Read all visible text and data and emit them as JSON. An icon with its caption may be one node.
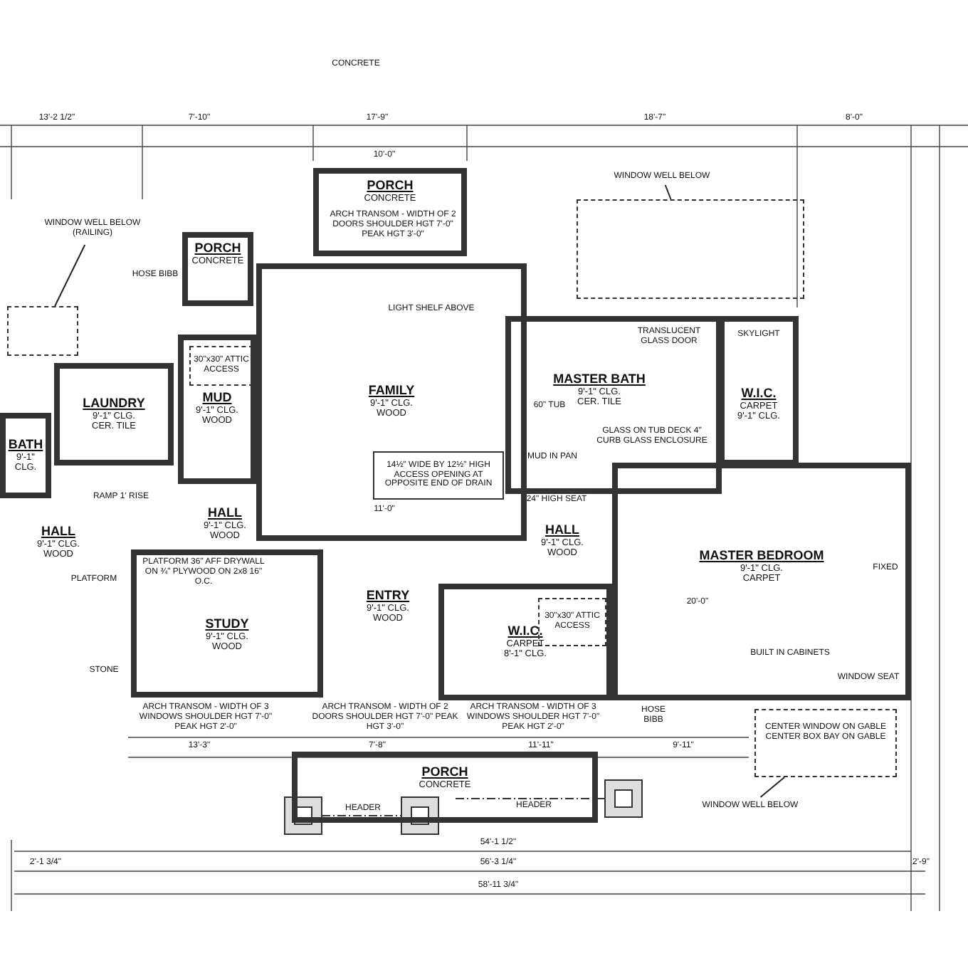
{
  "diagram": {
    "nodes": [
      {
        "text": [
          "PORCH",
          "CONCRETE"
        ]
      },
      {
        "text": [
          "WINDOW WELL BELOW (RAILING)"
        ]
      },
      {
        "text": [],
        "shape": "box"
      },
      {
        "text": [
          "PORCH",
          "CONCRETE"
        ]
      },
      {
        "text": [
          "WINDOW WELL BELOW"
        ]
      },
      {
        "text": [],
        "shape": "box"
      },
      {
        "text": [
          "FAMILY",
          "9'-1\" CLG.",
          "WOOD"
        ]
      },
      {
        "text": [
          "LAUNDRY",
          "9'-1\" CLG.",
          "CER. TILE"
        ]
      },
      {
        "text": [
          "BATH",
          "9'-1\" CLG."
        ]
      },
      {
        "text": [
          "MUD",
          "9'-1\" CLG.",
          "WOOD"
        ]
      },
      {
        "text": [
          "30\"x30\" ATTIC ACCESS"
        ],
        "in": 9
      },
      {
        "text": [
          "14½\" WIDE BY 12½\" HIGH ACCESS OPENING AT OPPOSITE END OF DRAIN"
        ],
        "in": 6
      },
      {
        "text": [
          "MASTER BATH",
          "9'-1\" CLG.",
          "CER. TILE"
        ]
      },
      {
        "text": [
          "W.I.C.",
          "CARPET",
          "9'-1\" CLG."
        ]
      },
      {
        "text": [
          "HALL",
          "9'-1\" CLG.",
          "WOOD"
        ]
      },
      {
        "text": [
          "HALL",
          "9'-1\" CLG.",
          "WOOD"
        ]
      },
      {
        "text": [
          "STUDY",
          "9'-1\" CLG.",
          "WOOD"
        ]
      },
      {
        "text": [
          "ENTRY",
          "9'-1\" CLG.",
          "WOOD"
        ]
      },
      {
        "text": [
          "HALL",
          "9'-1\" CLG.",
          "WOOD"
        ]
      },
      {
        "text": [
          "W.I.C.",
          "CARPET",
          "8'-1\" CLG."
        ]
      },
      {
        "text": [
          "30\"x30\" ATTIC ACCESS"
        ],
        "in": 19
      },
      {
        "text": [
          "MASTER BEDROOM",
          "9'-1\" CLG.",
          "CARPET"
        ]
      },
      {
        "text": [
          "PORCH",
          "CONCRETE"
        ]
      },
      {
        "text": [
          "WINDOW WELL BELOW"
        ]
      },
      {
        "text": [],
        "shape": "box"
      }
    ],
    "edges": [
      {
        "from": 1,
        "to": 2,
        "arrow": "none"
      },
      {
        "from": 4,
        "to": 5,
        "arrow": "none"
      },
      {
        "from": 23,
        "to": 24,
        "arrow": "none"
      }
    ],
    "labels": [
      "CONCRETE",
      "13'-2 1/2\"",
      "7'-10\"",
      "17'-9\"",
      "18'-7\"",
      "8'-0\"",
      "10'-0\"",
      "ARCH TRANSOM - WIDTH OF 2 DOORS SHOULDER HGT 7'-0\" PEAK HGT 3'-0\"",
      "LIGHT SHELF ABOVE",
      "HOSE BIBB",
      "60\" TUB",
      "TRANSLUCENT GLASS DOOR",
      "GLASS ON TUB DECK 4\" CURB GLASS ENCLOSURE",
      "MUD IN PAN",
      "SKYLIGHT",
      "RAMP 1' RISE",
      "PLATFORM",
      "PLATFORM 36\" AFF DRYWALL ON ¾\" PLYWOOD ON 2x8 16\" O.C.",
      "STONE",
      "24\" HIGH SEAT",
      "BUILT IN CABINETS",
      "WINDOW SEAT",
      "FIXED",
      "ARCH TRANSOM - WIDTH OF 3 WINDOWS SHOULDER HGT 7'-0\" PEAK HGT 2'-0\"",
      "ARCH TRANSOM - WIDTH OF 2 DOORS SHOULDER HGT 7'-0\" PEAK HGT 3'-0\"",
      "ARCH TRANSOM - WIDTH OF 3 WINDOWS SHOULDER HGT 7'-0\" PEAK HGT 2'-0\"",
      "HOSE BIBB",
      "CENTER WINDOW ON GABLE CENTER BOX BAY ON GABLE",
      "13'-3\"",
      "7'-8\"",
      "11'-11\"",
      "9'-11\"",
      "HEADER",
      "HEADER",
      "54'-1 1/2\"",
      "56'-3 1/4\"",
      "58'-11 3/4\"",
      "2'-1 3/4\"",
      "2'-9\"",
      "20'-0\"",
      "11'-0\""
    ]
  }
}
